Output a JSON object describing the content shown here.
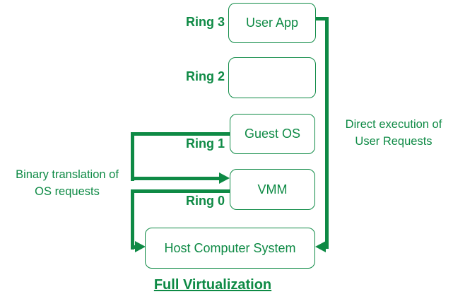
{
  "title": "Full Virtualization",
  "colors": {
    "accent_green": "#0e8a45",
    "background": "#ffffff"
  },
  "rings": [
    {
      "label": "Ring 3",
      "box_label": "User App"
    },
    {
      "label": "Ring 2",
      "box_label": ""
    },
    {
      "label": "Ring 1",
      "box_label": "Guest OS"
    },
    {
      "label": "Ring 0",
      "box_label": "VMM"
    }
  ],
  "host": {
    "box_label": "Host Computer System"
  },
  "annotations": {
    "left_line1": "Binary translation of",
    "left_line2": "OS requests",
    "right_line1": "Direct execution of",
    "right_line2": "User Requests"
  }
}
